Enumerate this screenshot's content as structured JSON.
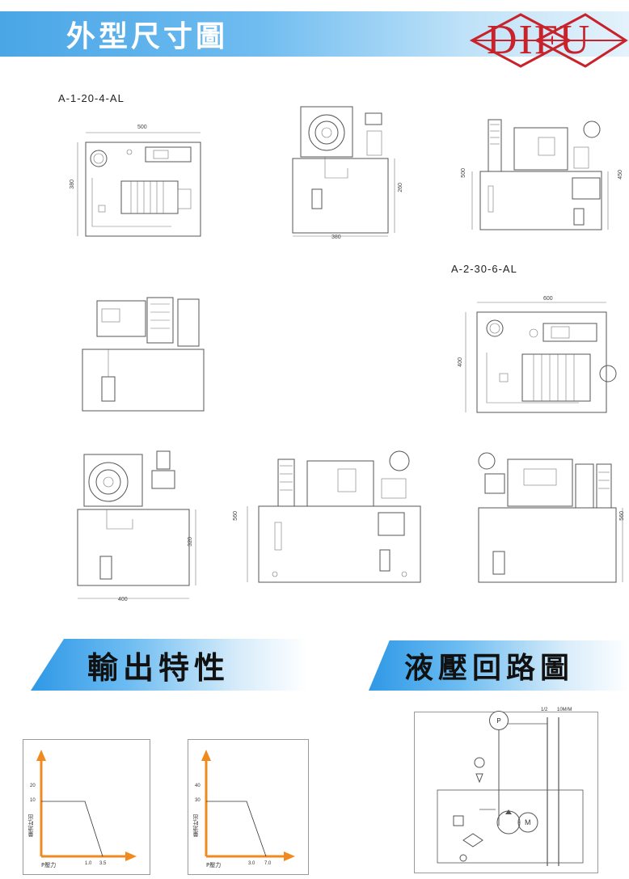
{
  "header": {
    "title": "外型尺寸圖",
    "logo_text": "DIFU",
    "accent_color": "#4aa6e6",
    "logo_color": "#c8222a"
  },
  "models": {
    "model_a": "A-1-20-4-AL",
    "model_b": "A-2-30-6-AL"
  },
  "dimensions": {
    "a_top_width": "500",
    "a_top_depth": "380",
    "a_front_height": "260",
    "a_front_width": "380",
    "a_side_left": "500",
    "a_side_right": "450",
    "b_top_width": "600",
    "b_top_depth": "400",
    "b_front_height": "320",
    "b_front_width": "400",
    "b_side_left": "560",
    "b_side_right": "560"
  },
  "sections": {
    "output_title": "輸出特性",
    "circuit_title": "液壓回路圖"
  },
  "charts": [
    {
      "y_ticks": [
        "20",
        "10"
      ],
      "x_ticks": [
        "1.0",
        "3.5"
      ],
      "y_label": "量流吐出",
      "x_label": "P壓力"
    },
    {
      "y_ticks": [
        "40",
        "30"
      ],
      "x_ticks": [
        "3.0",
        "7.0"
      ],
      "y_label": "量流吐出",
      "x_label": "P壓力"
    }
  ],
  "circuit": {
    "pump_label": "P",
    "motor_label": "M",
    "scale_label": "1/2",
    "spec_label": "10M/M"
  }
}
